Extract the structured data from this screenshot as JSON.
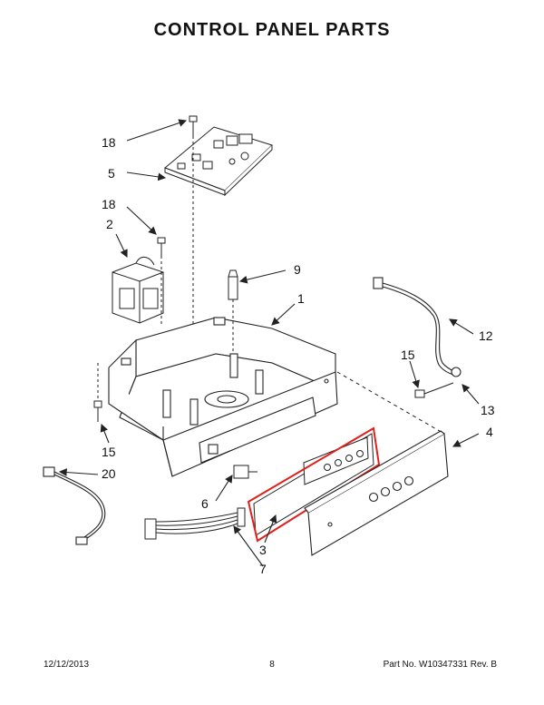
{
  "title": "CONTROL PANEL PARTS",
  "callouts": [
    "18",
    "5",
    "18",
    "2",
    "9",
    "1",
    "12",
    "15",
    "13",
    "4",
    "15",
    "20",
    "6",
    "3",
    "7"
  ],
  "footer": {
    "date": "12/12/2013",
    "page": "8",
    "part_no": "Part No.  W10347331   Rev. B"
  },
  "colors": {
    "line": "#222222",
    "highlight": "#e0201a"
  }
}
